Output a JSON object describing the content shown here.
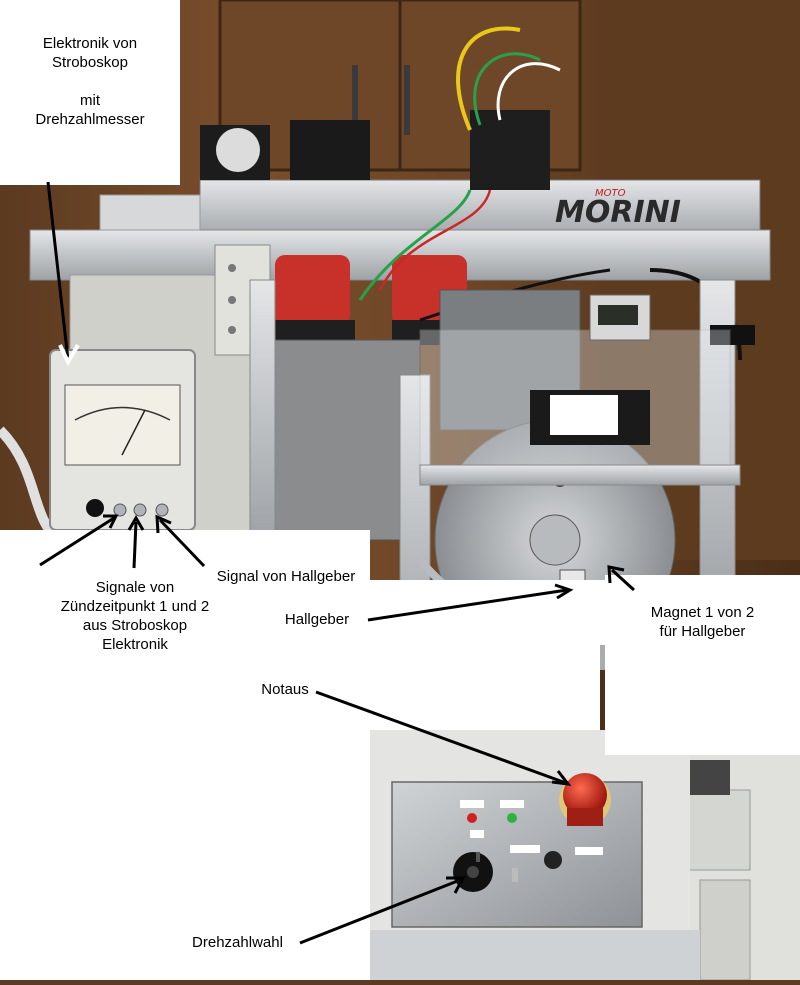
{
  "annotations": {
    "stroboskop": "Elektronik von\nStroboskop\n\nmit\nDrehzahlmesser",
    "signale": "Signale von\nZündzeitpunkt 1 und 2\naus Stroboskop\nElektronik",
    "hallgeber_signal": "Signal von Hallgeber",
    "hallgeber": "Hallgeber",
    "magnet": "Magnet 1 von 2\nfür Hallgeber",
    "notaus": "Notaus",
    "drehzahlwahl": "Drehzahlwahl"
  },
  "brand": {
    "logo_text": "MORINI",
    "logo_small": "MOTO"
  },
  "colors": {
    "wood": "#6b4526",
    "aluminium": "#c9ccce",
    "red_cap": "#c8302a",
    "estop": "#d4281e",
    "panel": "#dcdcd6"
  }
}
